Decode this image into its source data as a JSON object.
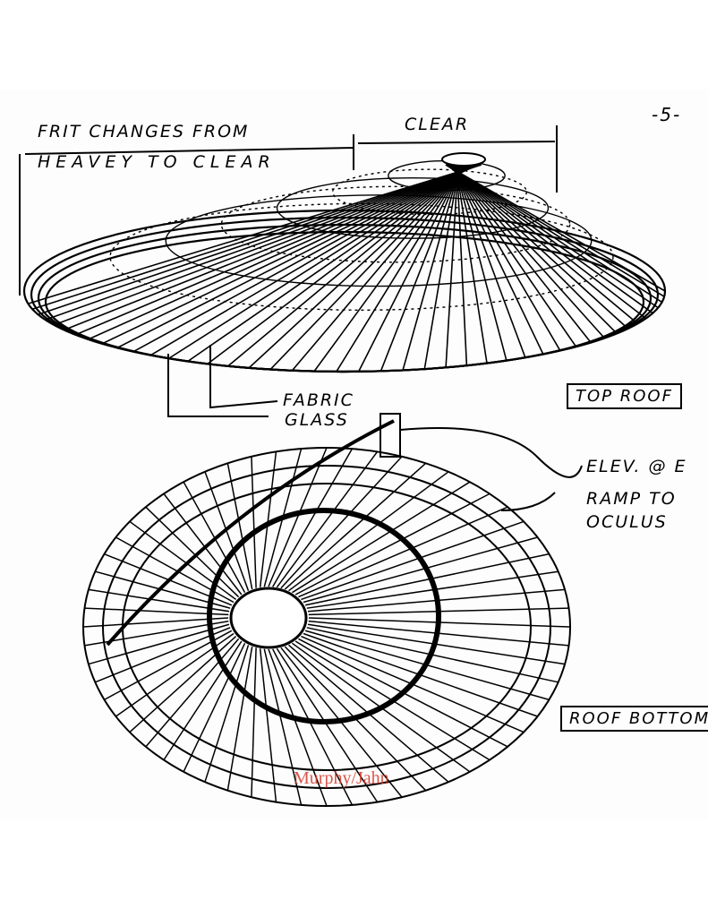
{
  "page_number": "-5-",
  "top_sketch": {
    "label": "TOP ROOF",
    "annotation_left": "FRIT CHANGES FROM",
    "annotation_left_2": "HEAVEY TO CLEAR",
    "annotation_right": "CLEAR",
    "material_1": "FABRIC",
    "material_2": "GLASS"
  },
  "bottom_sketch": {
    "label": "ROOF BOTTOM",
    "callout_1": "ELEV. @ E",
    "callout_2": "RAMP TO",
    "callout_3": "OCULUS"
  },
  "watermark": "Murphy/Jahn",
  "colors": {
    "ink": "#000000",
    "watermark": "#d43a2a"
  }
}
